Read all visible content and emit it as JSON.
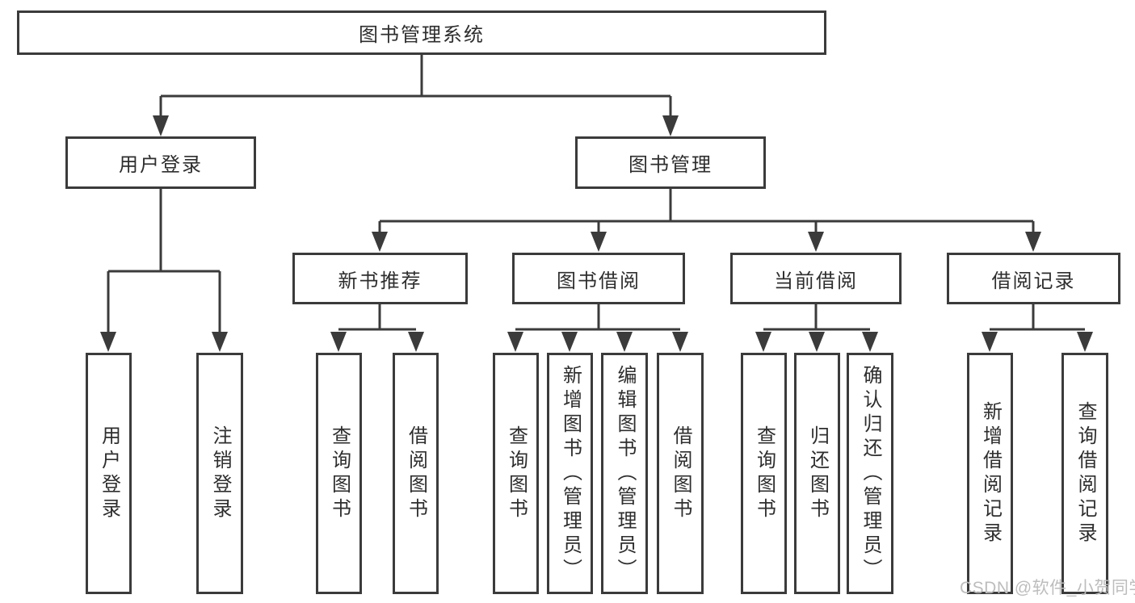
{
  "diagram": {
    "root": {
      "label": "图书管理系统"
    },
    "level2": {
      "user_login": {
        "label": "用户登录"
      },
      "book_mgmt": {
        "label": "图书管理"
      }
    },
    "level3": {
      "new_book_rec": {
        "label": "新书推荐"
      },
      "book_borrow": {
        "label": "图书借阅"
      },
      "current_borrow": {
        "label": "当前借阅"
      },
      "borrow_record": {
        "label": "借阅记录"
      }
    },
    "leaves": {
      "user_login": [
        "用户登录",
        "注销登录"
      ],
      "new_book_rec": [
        "查询图书",
        "借阅图书"
      ],
      "book_borrow": [
        "查询图书",
        "新增图书（管理员）",
        "编辑图书（管理员）",
        "借阅图书"
      ],
      "current_borrow": [
        "查询图书",
        "归还图书",
        "确认归还（管理员）"
      ],
      "borrow_record": [
        "新增借阅记录",
        "查询借阅记录"
      ]
    }
  },
  "watermark": {
    "text": "CSDN @软件_小贺同学"
  },
  "colors": {
    "line": "#3b3b3b",
    "text": "#2e2e2e",
    "box_bg": "#ffffff",
    "page_bg": "#ffffff",
    "watermark": "#bdbdbd"
  }
}
